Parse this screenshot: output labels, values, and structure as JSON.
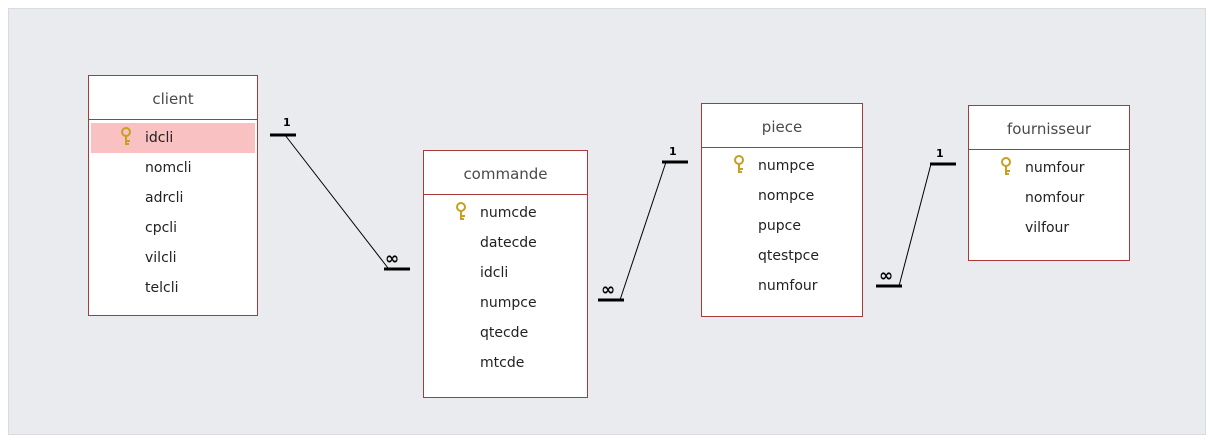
{
  "tables": {
    "client": {
      "name": "client",
      "fields": [
        "idcli",
        "nomcli",
        "adrcli",
        "cpcli",
        "vilcli",
        "telcli"
      ],
      "primary_key": "idcli",
      "selected_field": "idcli"
    },
    "commande": {
      "name": "commande",
      "fields": [
        "numcde",
        "datecde",
        "idcli",
        "numpce",
        "qtecde",
        "mtcde"
      ],
      "primary_key": "numcde"
    },
    "piece": {
      "name": "piece",
      "fields": [
        "numpce",
        "nompce",
        "pupce",
        "qtestpce",
        "numfour"
      ],
      "primary_key": "numpce"
    },
    "fournisseur": {
      "name": "fournisseur",
      "fields": [
        "numfour",
        "nomfour",
        "vilfour"
      ],
      "primary_key": "numfour"
    }
  },
  "relationships": [
    {
      "from": "client.idcli",
      "to": "commande.idcli",
      "from_card": "1",
      "to_card": "∞"
    },
    {
      "from": "piece.numpce",
      "to": "commande.numpce",
      "from_card": "1",
      "to_card": "∞"
    },
    {
      "from": "fournisseur.numfour",
      "to": "piece.numfour",
      "from_card": "1",
      "to_card": "∞"
    }
  ],
  "colors": {
    "border": "#a83a3a",
    "selection": "#f9c1c1",
    "canvas": "#e9ebef",
    "key": "#c8a020"
  }
}
